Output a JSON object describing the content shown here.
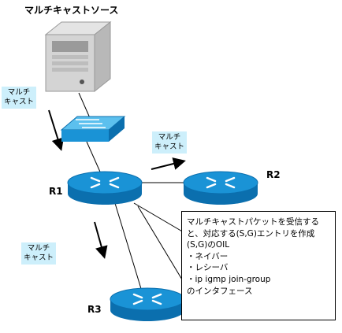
{
  "source_title": "マルチキャストソース",
  "multicast_labels": [
    {
      "lines": [
        "マルチ",
        "キャスト"
      ]
    },
    {
      "lines": [
        "マルチ",
        "キャスト"
      ]
    },
    {
      "lines": [
        "マルチ",
        "キャスト"
      ]
    }
  ],
  "routers": {
    "r1": "R1",
    "r2": "R2",
    "r3": "R3"
  },
  "note_lines": [
    "マルチキャストパケットを受信する",
    "と、対応する(S,G)エントリを作成",
    "(S,G)のOIL",
    "・ネイバー",
    "・レシーバ",
    "・ip igmp join-group",
    "のインタフェース"
  ],
  "colors": {
    "router_top": "#1a93d6",
    "router_side": "#0b6fae",
    "switch": "#29a3e0",
    "label_bg": "#cdeffb"
  }
}
